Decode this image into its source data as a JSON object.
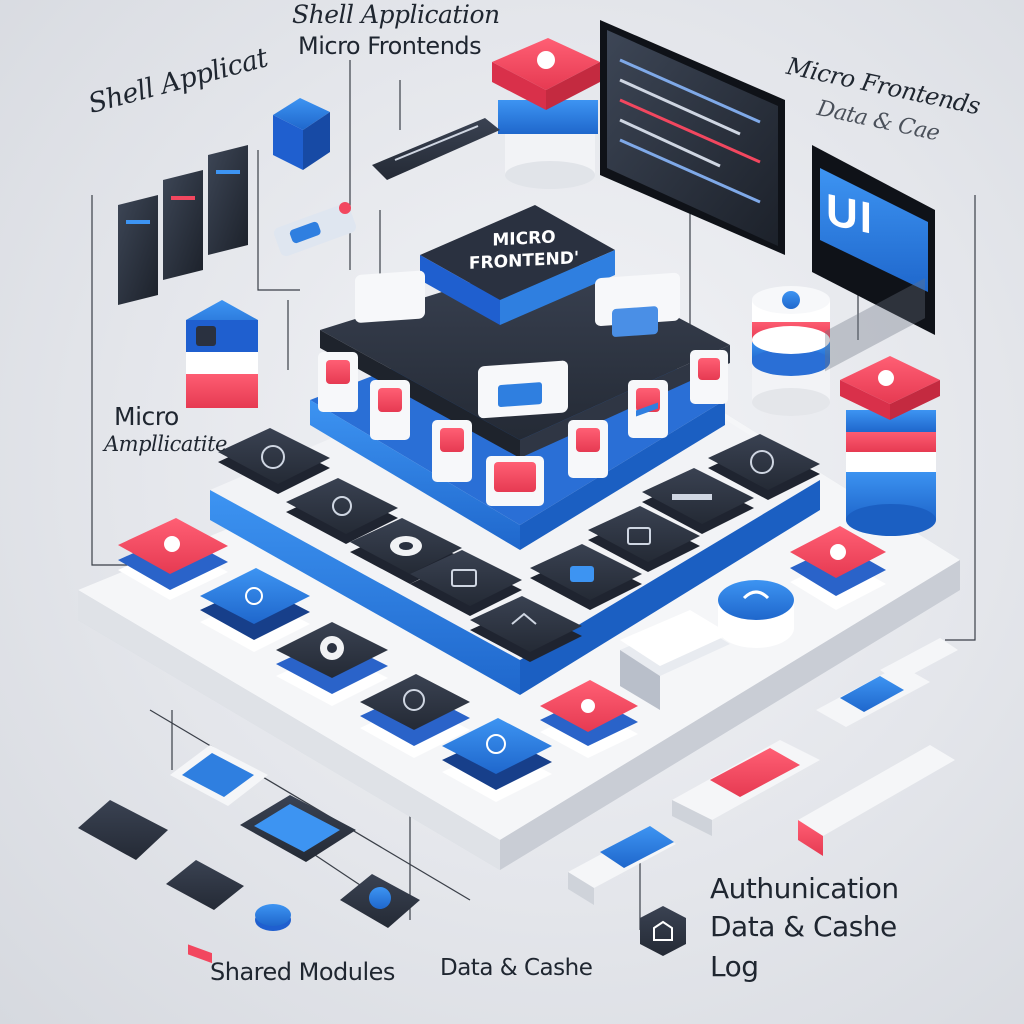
{
  "labels": {
    "shell_application_top": "Shell Application",
    "micro_frontends_top": "Micro Frontends",
    "shell_applicat_left": "Shell Applicat",
    "micro_frontends_right": "Micro Frontends",
    "data_cache_right": "Data & Cae",
    "micro": "Micro",
    "amplicatite": "Ampllicatite",
    "shared_modules": "Shared Modules",
    "data_cashe_bottom": "Data & Cashe",
    "authunication": "Authunication",
    "data_cashe_right_bottom": "Data & Cashe",
    "log": "Log"
  },
  "core": {
    "line1": "MICRO",
    "line2": "FRONTEND'"
  },
  "monitor_ui": {
    "text": "UI"
  },
  "colors": {
    "navy": "#2b3240",
    "blue": "#2f7fe0",
    "pink": "#f2475f",
    "white": "#f6f7f9",
    "connector": "#3a3f48",
    "platform": "#eef0f3"
  },
  "icons": [
    "gear-icon",
    "shield-icon",
    "book-icon",
    "lock-icon",
    "database-icon",
    "card-icon"
  ]
}
